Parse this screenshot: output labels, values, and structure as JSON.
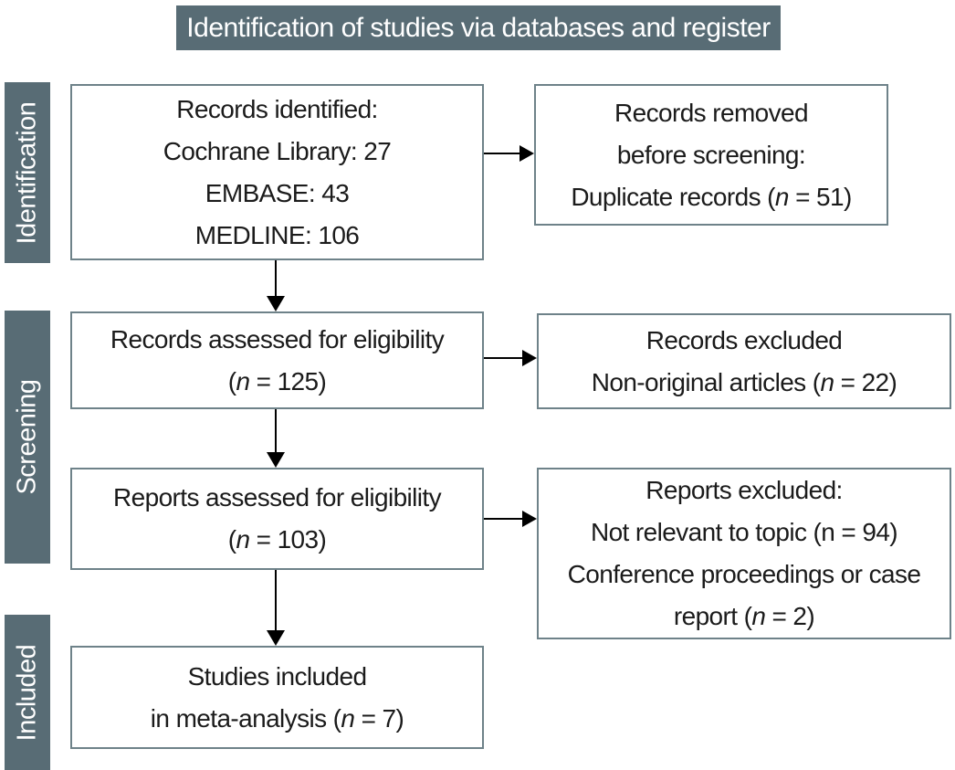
{
  "title": "Identification of studies via databases and register",
  "colors": {
    "banner_fill": "#586c75",
    "box_border": "#6e8289",
    "box_fill": "#ffffff",
    "text": "#1b1b1b",
    "arrow": "#000000"
  },
  "stages": [
    {
      "label": "Identification"
    },
    {
      "label": "Screening"
    },
    {
      "label": "Included"
    }
  ],
  "boxes": {
    "records_identified": {
      "lines": [
        "Records identified:",
        "Cochrane Library: 27",
        "EMBASE: 43",
        "MEDLINE: 106"
      ]
    },
    "records_removed": {
      "lines": [
        "Records removed",
        "before screening:",
        "Duplicate records (*n* = 51)"
      ]
    },
    "records_assessed": {
      "lines": [
        "Records assessed for eligibility",
        "(*n* = 125)"
      ]
    },
    "records_excluded": {
      "lines": [
        "Records excluded",
        "Non-original articles (*n* = 22)"
      ]
    },
    "reports_assessed": {
      "lines": [
        "Reports assessed for eligibility",
        "(*n* = 103)"
      ]
    },
    "reports_excluded": {
      "lines": [
        "Reports excluded:",
        "Not relevant to topic (n = 94)",
        "Conference proceedings or case",
        "report (*n* = 2)"
      ]
    },
    "studies_included": {
      "lines": [
        "Studies included",
        "in meta-analysis (*n* = 7)"
      ]
    }
  }
}
